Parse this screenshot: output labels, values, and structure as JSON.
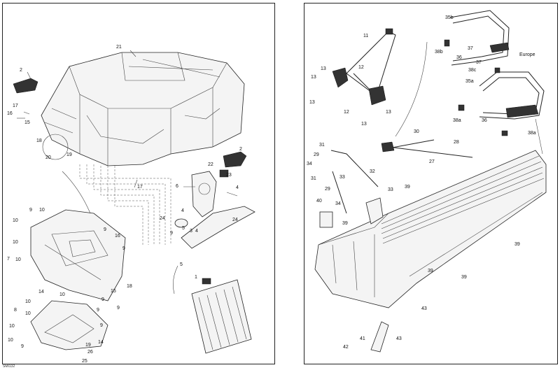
{
  "reference_code": "SMI132",
  "left_panel_labels": [
    "21",
    "2",
    "17",
    "16",
    "15",
    "18",
    "20",
    "19",
    "2",
    "17",
    "22",
    "23",
    "6",
    "4",
    "4",
    "5",
    "24",
    "3",
    "4",
    "24",
    "9",
    "10",
    "10",
    "9",
    "10",
    "7",
    "10",
    "16",
    "9",
    "15",
    "18",
    "14",
    "10",
    "9",
    "10",
    "9",
    "10",
    "9",
    "8",
    "10",
    "9",
    "14",
    "19",
    "26",
    "10",
    "25",
    "9",
    "1",
    "5",
    "9"
  ],
  "right_panel_labels": [
    "11",
    "35b",
    "37",
    "38b",
    "36",
    "Europe",
    "37",
    "38c",
    "35a",
    "38a",
    "36",
    "38a",
    "13",
    "12",
    "13",
    "13",
    "12",
    "13",
    "13",
    "30",
    "28",
    "31",
    "29",
    "34",
    "27",
    "32",
    "31",
    "29",
    "33",
    "33",
    "39",
    "34",
    "40",
    "39",
    "39",
    "39",
    "39",
    "43",
    "41",
    "42",
    "43"
  ],
  "europe_label": "Europe"
}
